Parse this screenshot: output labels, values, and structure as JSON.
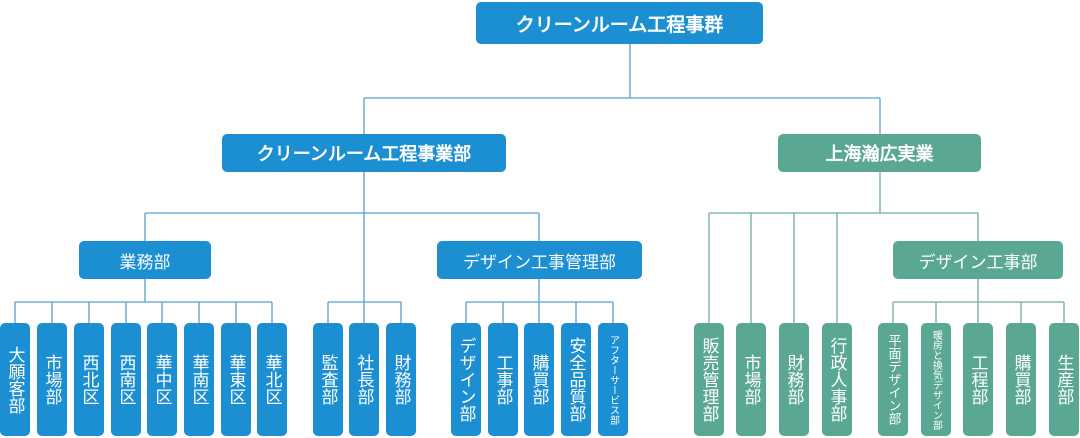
{
  "root": "クリーンルーム工程事群",
  "cleanroom_division": {
    "title": "クリーンルーム工程事業部",
    "sales": {
      "title": "業務部",
      "units": [
        "大願客部",
        "市場部",
        "西北区",
        "西南区",
        "華中区",
        "華南区",
        "華東区",
        "華北区"
      ]
    },
    "admin_units": [
      "監査部",
      "社長部",
      "財務部"
    ],
    "design_mgmt": {
      "title": "デザイン工事管理部",
      "units": [
        "デザイン部",
        "工事部",
        "購買部",
        "安全品質部",
        "アフターサービス部"
      ]
    }
  },
  "shanghai_division": {
    "title": "上海瀚広実業",
    "units": [
      "販売管理部",
      "市場部",
      "財務部",
      "行政人事部"
    ],
    "design": {
      "title": "デザイン工事部",
      "units": [
        "平面デザイン部",
        "暖房と換気デザイン部",
        "工程部",
        "購買部",
        "生産部"
      ]
    }
  },
  "colors": {
    "blue": "#1b8fd2",
    "green": "#5aa894",
    "line_blue": "#5a9fcf",
    "line_green": "#6fae9d"
  }
}
